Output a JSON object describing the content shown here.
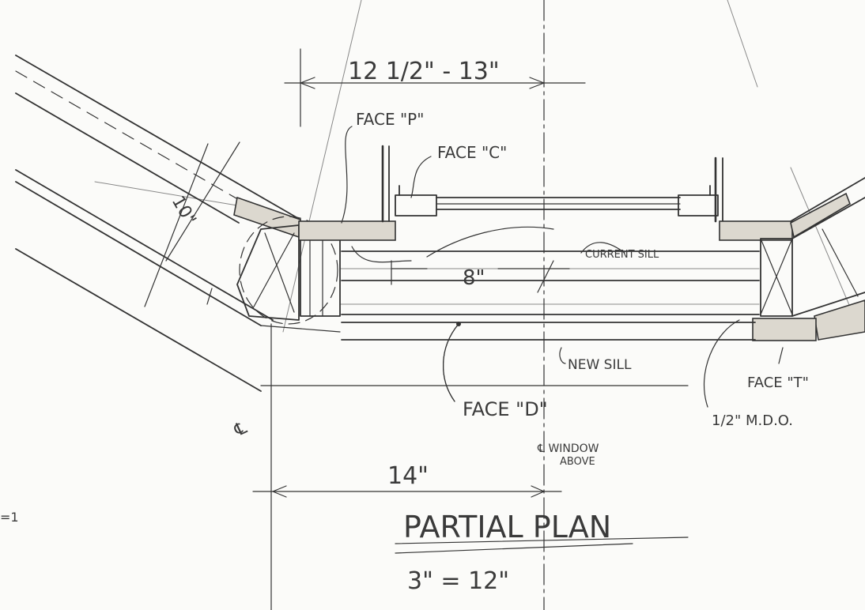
{
  "drawing": {
    "title": "PARTIAL PLAN",
    "scale": "3\" = 12\"",
    "dimensions": {
      "top_width": "12 1/2\" - 13\"",
      "sill_depth": "8\"",
      "bottom_width": "14\"",
      "angled_wall": "10\""
    },
    "labels": {
      "face_p": "FACE \"P\"",
      "face_c": "FACE \"C\"",
      "face_d": "FACE \"D\"",
      "face_t": "FACE \"T\"",
      "current_sill": "CURRENT SILL",
      "new_sill": "NEW SILL",
      "mdo": "1/2\" M.D.O.",
      "window_above_line1": "℄ WINDOW",
      "window_above_line2": "ABOVE",
      "centerline_symbol": "℄",
      "margin_mark": "=1"
    }
  }
}
